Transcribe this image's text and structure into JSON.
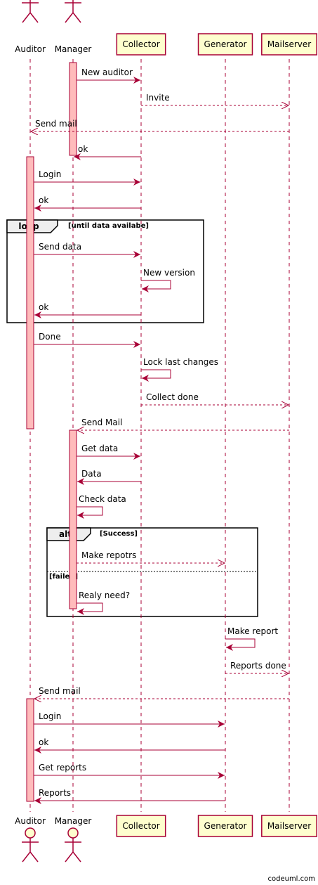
{
  "participants": [
    {
      "id": "auditor",
      "label": "Auditor",
      "kind": "actor"
    },
    {
      "id": "manager",
      "label": "Manager",
      "kind": "actor"
    },
    {
      "id": "collector",
      "label": "Collector",
      "kind": "participant"
    },
    {
      "id": "generator",
      "label": "Generator",
      "kind": "participant"
    },
    {
      "id": "mailserver",
      "label": "Mailserver",
      "kind": "participant"
    }
  ],
  "messages": [
    {
      "from": "manager",
      "to": "collector",
      "label": "New auditor",
      "style": "solid"
    },
    {
      "from": "collector",
      "to": "mailserver",
      "label": "Invite",
      "style": "dashed"
    },
    {
      "from": "mailserver",
      "to": "auditor",
      "label": "Send mail",
      "style": "dashed"
    },
    {
      "from": "collector",
      "to": "manager",
      "label": "ok",
      "style": "solid"
    },
    {
      "from": "auditor",
      "to": "collector",
      "label": "Login",
      "style": "solid"
    },
    {
      "from": "collector",
      "to": "auditor",
      "label": "ok",
      "style": "solid"
    },
    {
      "from": "auditor",
      "to": "collector",
      "label": "Send data",
      "style": "solid"
    },
    {
      "from": "collector",
      "to": "collector",
      "label": "New version",
      "style": "solid"
    },
    {
      "from": "collector",
      "to": "auditor",
      "label": "ok",
      "style": "solid"
    },
    {
      "from": "auditor",
      "to": "collector",
      "label": "Done",
      "style": "solid"
    },
    {
      "from": "collector",
      "to": "collector",
      "label": "Lock last changes",
      "style": "solid"
    },
    {
      "from": "collector",
      "to": "mailserver",
      "label": "Collect done",
      "style": "dashed"
    },
    {
      "from": "mailserver",
      "to": "manager",
      "label": "Send Mail",
      "style": "dashed"
    },
    {
      "from": "manager",
      "to": "collector",
      "label": "Get data",
      "style": "solid"
    },
    {
      "from": "collector",
      "to": "manager",
      "label": "Data",
      "style": "solid"
    },
    {
      "from": "manager",
      "to": "manager",
      "label": "Check data",
      "style": "solid"
    },
    {
      "from": "manager",
      "to": "generator",
      "label": "Make repotrs",
      "style": "dashed"
    },
    {
      "from": "manager",
      "to": "manager",
      "label": "Realy need?",
      "style": "solid"
    },
    {
      "from": "generator",
      "to": "generator",
      "label": "Make report",
      "style": "solid"
    },
    {
      "from": "generator",
      "to": "mailserver",
      "label": "Reports done",
      "style": "dashed"
    },
    {
      "from": "mailserver",
      "to": "auditor",
      "label": "Send mail",
      "style": "dashed"
    },
    {
      "from": "auditor",
      "to": "generator",
      "label": "Login",
      "style": "solid"
    },
    {
      "from": "generator",
      "to": "auditor",
      "label": "ok",
      "style": "solid"
    },
    {
      "from": "auditor",
      "to": "generator",
      "label": "Get reports",
      "style": "solid"
    },
    {
      "from": "generator",
      "to": "auditor",
      "label": "Reports",
      "style": "solid"
    }
  ],
  "fragments": [
    {
      "kind": "loop",
      "condition": "[until data availabe]"
    },
    {
      "kind": "alt",
      "condition": "[Success]",
      "else_condition": "[failed]"
    }
  ],
  "footer": {
    "credit": "codeuml.com"
  },
  "colors": {
    "line": "#a80036",
    "participant_fill": "#fefece",
    "activation_fill": "#ffbbbb",
    "frame_header_fill": "#eeeeee"
  }
}
